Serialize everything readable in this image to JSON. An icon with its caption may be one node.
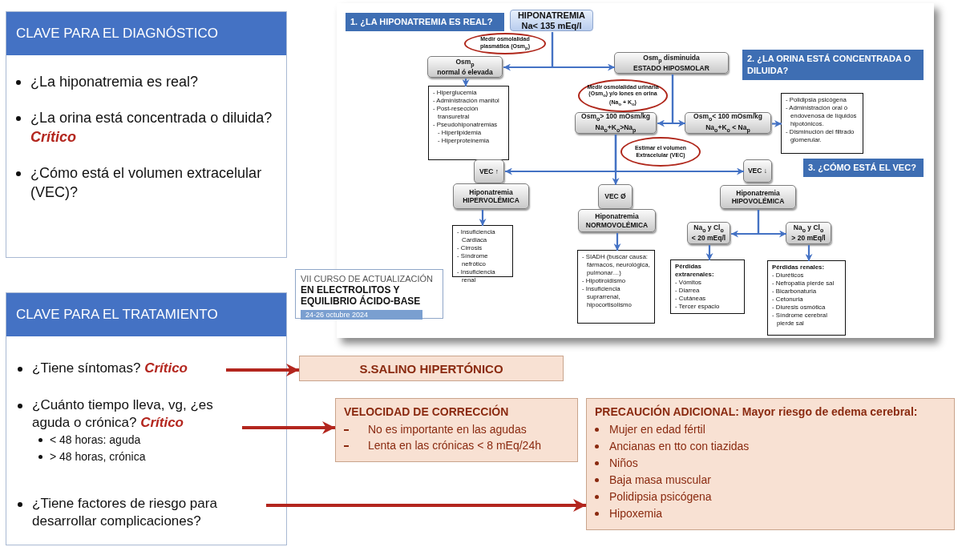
{
  "diagram": {
    "nodes": [
      {
        "text": [
          "CLAVE PARA EL DIAGNÓSTICO",
          "¿La hiponatremia es real?",
          "¿La orina está concentrada o diluida? *Crítico*",
          "¿Cómo está el volumen extracelular (VEC)?"
        ]
      },
      {
        "text": [
          "CLAVE PARA EL TRATAMIENTO"
        ]
      },
      {
        "text": [
          "¿Tiene síntomas? *Crítico*"
        ],
        "in": 1
      },
      {
        "text": [
          "¿Cuánto tiempo lleva, vg, ¿es aguda o crónica? *Crítico*",
          "< 48 horas: aguda",
          "> 48 horas, crónica"
        ],
        "in": 1
      },
      {
        "text": [
          "¿Tiene factores de riesgo para desarrollar complicaciones?"
        ],
        "in": 1
      },
      {
        "text": [
          "S.SALINO HIPERTÓNICO"
        ]
      },
      {
        "text": [
          "VELOCIDAD DE CORRECCIÓN",
          "No es importante en las agudas",
          "Lenta en las crónicas < 8 mEq/24h"
        ]
      },
      {
        "text": [
          "PRECAUCIÓN ADICIONAL: Mayor riesgo de edema cerebral:",
          "Mujer en edad fértil",
          "Ancianas en tto con tiazidas",
          "Niños",
          "Baja masa muscular",
          "Polidipsia psicógena",
          "Hipoxemia"
        ]
      },
      {
        "text": [],
        "shape": "box"
      },
      {
        "text": [
          "1. ¿LA HIPONATREMIA ES REAL?"
        ],
        "in": 8
      },
      {
        "text": [
          "HIPONATREMIA",
          "Na< 135 mEq/l"
        ],
        "in": 8
      },
      {
        "text": [
          "Medir osmolalidad plasmática (Osm$_{p}$)"
        ],
        "in": 8
      },
      {
        "text": [
          "Osm$_{p}$",
          "normal ó elevada"
        ],
        "in": 8
      },
      {
        "text": [
          "Osm$_{p}$ disminuida",
          "ESTADO HIPOSMOLAR"
        ],
        "in": 8
      },
      {
        "text": [
          "- Hiperglucemia",
          "- Administración manitol",
          "- Post-resección transuretral",
          "- Pseudohiponatremias",
          "- Hiperlipidemia",
          "- Hiperproteinemia"
        ],
        "in": 8
      },
      {
        "text": [
          "2. ¿LA ORINA ESTÁ CONCENTRADA O DILUIDA?"
        ],
        "in": 8
      },
      {
        "text": [
          "Medir osmolalidad urinaria (Osm$_{o}$) y/o Iones en orina (Na$_{o}$ + K$_{o}$)"
        ],
        "in": 8
      },
      {
        "text": [
          "Osm$_{o}$> 100 mOsm/kg",
          "Na$_{o}$+K$_{o}$>Na$_{p}$"
        ],
        "in": 8
      },
      {
        "text": [
          "Osm$_{o}$< 100 mOsm/kg",
          "Na$_{o}$+K$_{o}$ < Na$_{p}$"
        ],
        "in": 8
      },
      {
        "text": [
          "- Polidipsia psicógena",
          "- Administración oral ó endovenosa de líquidos hipotónicos.",
          "- Disminución del filtrado glomerular."
        ],
        "in": 8
      },
      {
        "text": [
          "Estimar el volumen Extracelular (VEC)"
        ],
        "in": 8
      },
      {
        "text": [
          "VEC ↑"
        ],
        "in": 8
      },
      {
        "text": [
          "Hiponatremia",
          "HIPERVOLÉMICA"
        ],
        "in": 8
      },
      {
        "text": [
          "- Insuficiencia Cardiaca",
          "- Cirrosis",
          "- Síndrome nefrótico",
          "- Insuficiencia renal"
        ],
        "in": 8
      },
      {
        "text": [
          "VEC Ø"
        ],
        "in": 8
      },
      {
        "text": [
          "Hiponatremia",
          "NORMOVOLÉMICA"
        ],
        "in": 8
      },
      {
        "text": [
          "- SIADH (buscar causa: fármacos, neurológica, pulmonar…)",
          "- Hipotiroidismo",
          "- Insuficiencia suprarrenal, hipocortisolismo"
        ],
        "in": 8
      },
      {
        "text": [
          "VEC ↓"
        ],
        "in": 8
      },
      {
        "text": [
          "Hiponatremia",
          "HIPOVOLÉMICA"
        ],
        "in": 8
      },
      {
        "text": [
          "3. ¿CÓMO ESTÁ EL VEC?"
        ],
        "in": 8
      },
      {
        "text": [
          "Na$_{o}$ y Cl$_{o}$",
          "< 20 mEq/l"
        ],
        "in": 8
      },
      {
        "text": [
          "Na$_{o}$ y Cl$_{o}$",
          "> 20 mEq/l"
        ],
        "in": 8
      },
      {
        "text": [
          "Pérdidas extrarenales:",
          "- Vómitos",
          "- Diarrea",
          "- Cutáneas",
          "- Tercer espacio"
        ],
        "in": 8
      },
      {
        "text": [
          "Pérdidas renales:",
          "- Diuréticos",
          "- Nefropatía pierde sal",
          "- Bicarbonaturia",
          "- Cetonuria",
          "- Diuresis osmótica",
          "- Síndrome cerebral pierde sal"
        ],
        "in": 8
      },
      {
        "text": [
          "VII CURSO DE ACTUALIZACIÓN",
          "EN ELECTROLITOS Y EQUILIBRIO ÁCIDO-BASE",
          "24-26 octubre 2024"
        ]
      }
    ],
    "edges": [
      {
        "from": 2,
        "to": 5,
        "arrow": "to",
        "style": "thick",
        "color": "#b3261e"
      },
      {
        "from": 3,
        "to": 6,
        "arrow": "to",
        "style": "thick",
        "color": "#b3261e"
      },
      {
        "from": 4,
        "to": 7,
        "arrow": "to",
        "style": "thick",
        "color": "#b3261e"
      },
      {
        "from": 10,
        "to": 12,
        "arrow": "to"
      },
      {
        "from": 10,
        "to": 13,
        "arrow": "to"
      },
      {
        "from": 12,
        "to": 14,
        "arrow": "to"
      },
      {
        "from": 13,
        "to": 17,
        "arrow": "to"
      },
      {
        "from": 13,
        "to": 18,
        "arrow": "to"
      },
      {
        "from": 18,
        "to": 19,
        "arrow": "to"
      },
      {
        "from": 17,
        "to": 21,
        "arrow": "to"
      },
      {
        "from": 17,
        "to": 24,
        "arrow": "to"
      },
      {
        "from": 17,
        "to": 27,
        "arrow": "to"
      },
      {
        "from": 22,
        "to": 23,
        "arrow": "to"
      },
      {
        "from": 25,
        "to": 26,
        "arrow": "to"
      },
      {
        "from": 28,
        "to": 30,
        "arrow": "to"
      },
      {
        "from": 28,
        "to": 31,
        "arrow": "to"
      },
      {
        "from": 30,
        "to": 32,
        "arrow": "to"
      },
      {
        "from": 31,
        "to": 33,
        "arrow": "to"
      }
    ]
  }
}
